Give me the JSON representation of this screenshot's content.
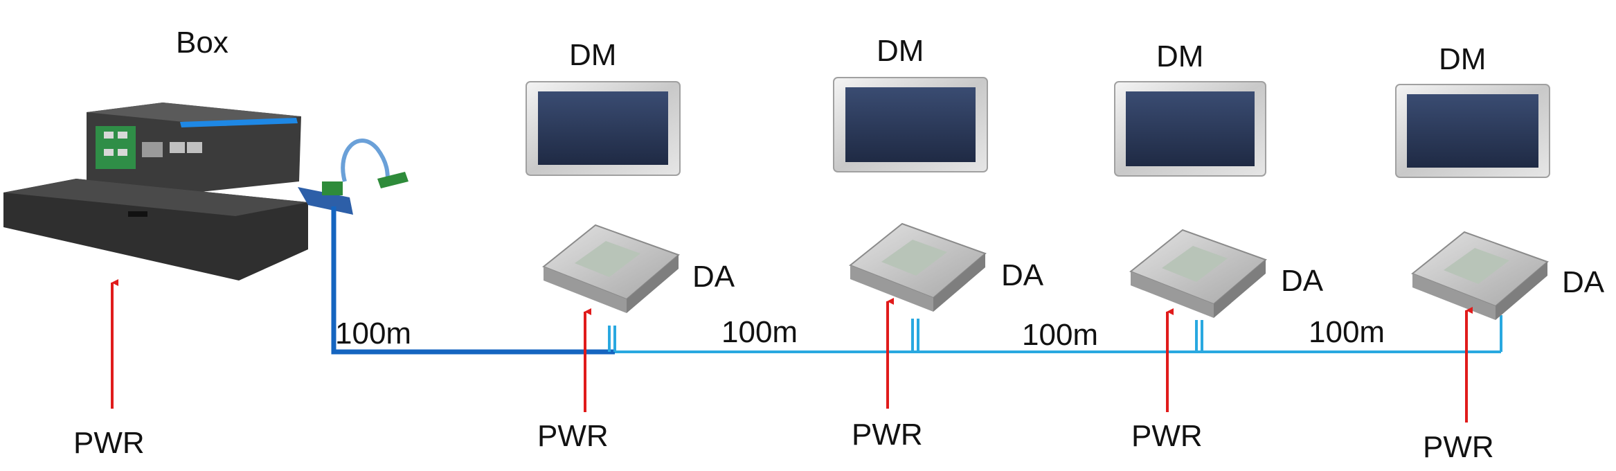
{
  "box_label": "Box",
  "segments": [
    {
      "label": "100m"
    },
    {
      "label": "100m"
    },
    {
      "label": "100m"
    },
    {
      "label": "100m"
    }
  ],
  "nodes": [
    {
      "display_label": "DM",
      "adapter_label": "DA",
      "power_label": "PWR"
    },
    {
      "display_label": "DM",
      "adapter_label": "DA",
      "power_label": "PWR"
    },
    {
      "display_label": "DM",
      "adapter_label": "DA",
      "power_label": "PWR"
    },
    {
      "display_label": "DM",
      "adapter_label": "DA",
      "power_label": "PWR"
    }
  ],
  "box_power_label": "PWR",
  "colors": {
    "dark_cable": "#1565c0",
    "light_cable": "#29a8e0",
    "power_arrow": "#e01b1b",
    "text": "#111111",
    "device_gray": "#9a9a9a",
    "screen_blue": "#2b3a5c"
  }
}
